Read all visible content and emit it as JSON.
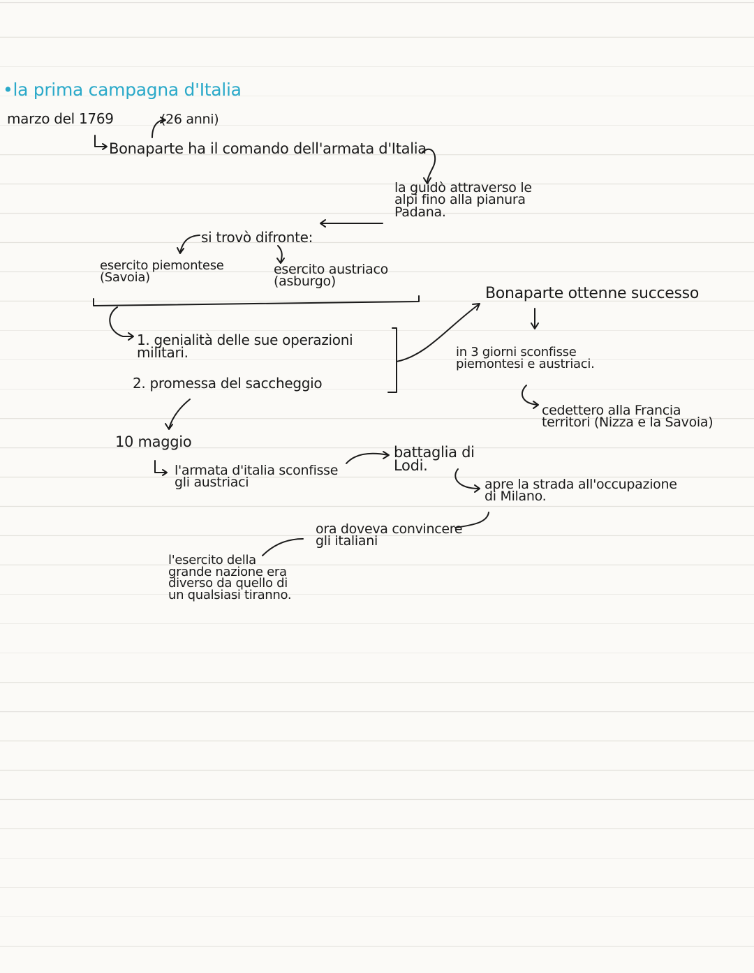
{
  "title": "•la prima campagna d'Italia",
  "date_line": "marzo del 1769",
  "age_note": "(26 anni)",
  "command_line": "Bonaparte ha il comando dell'armata d'Italia",
  "guide_note": "la guidò attraverso le\nalpi fino alla pianura\nPadana.",
  "faced_label": "si trovò difronte:",
  "army_piedmont": "esercito piemontese\n(Savoia)",
  "army_austria": "esercito austriaco\n(asburgo)",
  "reason_1": "1. genialità delle sue operazioni\n   militari.",
  "reason_2": "2. promessa del saccheggio",
  "success_title": "Bonaparte ottenne successo",
  "three_days": "in 3 giorni sconfisse\npiemontesi e austriaci.",
  "ceded": "cedettero alla Francia\nterritori (Nizza e la Savoia)",
  "may_date": "10 maggio",
  "armata_defeat": "l'armata d'italia sconfisse\ngli austriaci",
  "battle": "battaglia di\nLodi.",
  "milan": "apre la strada all'occupazione\ndi Milano.",
  "convince": "ora doveva convincere\ngli italiani",
  "army_nation": "l'esercito della\ngrande nazione era\ndiverso da quello di\nun qualsiasi tiranno."
}
